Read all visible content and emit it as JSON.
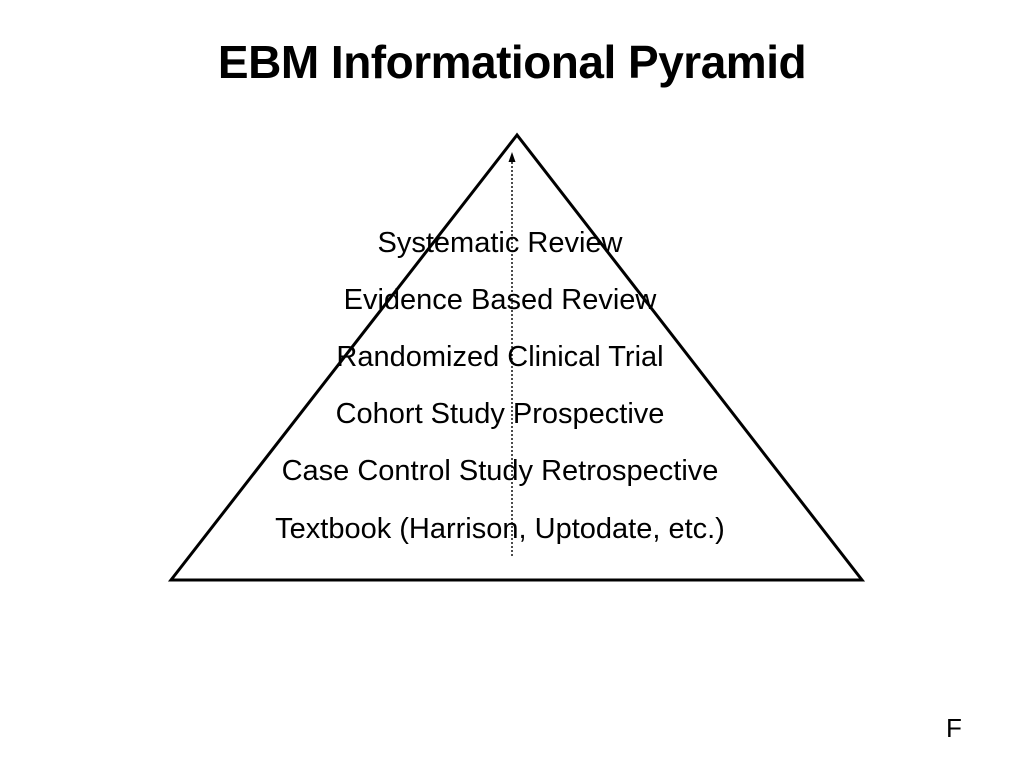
{
  "slide": {
    "title": "EBM Informational Pyramid",
    "footer_letter": "F"
  },
  "pyramid": {
    "levels": [
      "Systematic Review",
      "Evidence Based Review",
      "Randomized Clinical Trial",
      "Cohort Study Prospective",
      "Case Control Study Retrospective",
      "Textbook (Harrison, Uptodate, etc.)"
    ],
    "colors": {
      "outline": "#000000",
      "text": "#000000",
      "background": "#ffffff"
    }
  }
}
